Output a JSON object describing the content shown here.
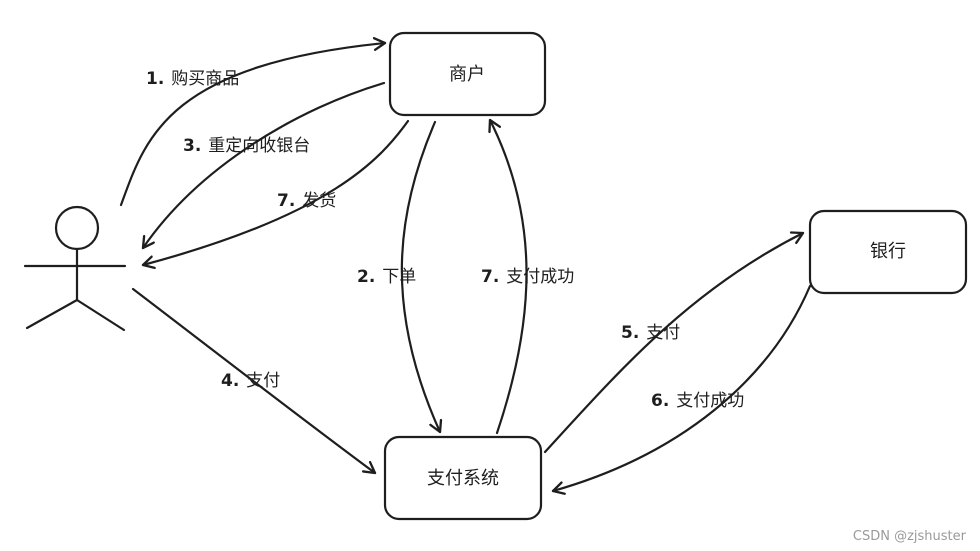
{
  "nodes": {
    "merchant": "商户",
    "bank": "银行",
    "payment_system": "支付系统"
  },
  "colors": {
    "payment_system_fill": "#99d9ff",
    "node_fill": "#ffffff",
    "stroke": "#1e1e1e"
  },
  "edges": [
    {
      "from": "user",
      "to": "merchant",
      "num": "1.",
      "text": "购买商品"
    },
    {
      "from": "merchant",
      "to": "payment_system",
      "num": "2.",
      "text": "下单"
    },
    {
      "from": "merchant",
      "to": "user",
      "num": "3.",
      "text": "重定向收银台"
    },
    {
      "from": "user",
      "to": "payment_system",
      "num": "4.",
      "text": "支付"
    },
    {
      "from": "payment_system",
      "to": "bank",
      "num": "5.",
      "text": "支付"
    },
    {
      "from": "bank",
      "to": "payment_system",
      "num": "6.",
      "text": "支付成功"
    },
    {
      "from": "payment_system",
      "to": "merchant",
      "num": "7.",
      "text": "支付成功"
    },
    {
      "from": "merchant",
      "to": "user",
      "num": "7.",
      "text": "发货"
    }
  ],
  "watermark": "CSDN @zjshuster"
}
